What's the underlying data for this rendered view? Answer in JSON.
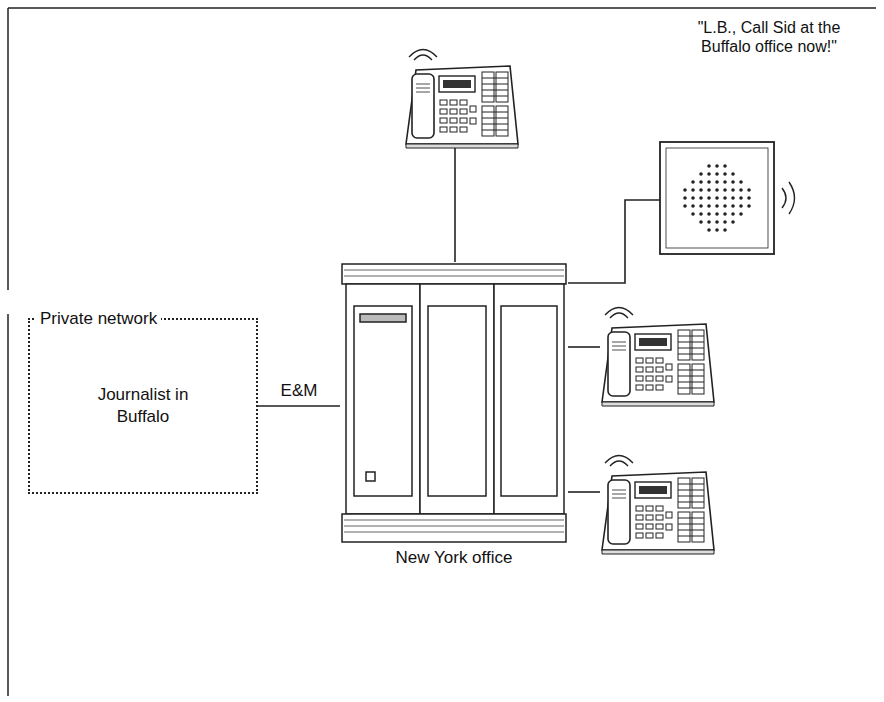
{
  "diagram": {
    "nodes": [
      {
        "text": [
          "Private network",
          "Journalist in Buffalo"
        ]
      },
      {
        "text": [
          "New York office"
        ]
      }
    ],
    "edges": [
      {
        "from": 0,
        "to": 1,
        "label": "E&M",
        "arrow": "none"
      }
    ],
    "labels": [
      "\"L.B., Call Sid at the Buffalo office now!\""
    ]
  }
}
